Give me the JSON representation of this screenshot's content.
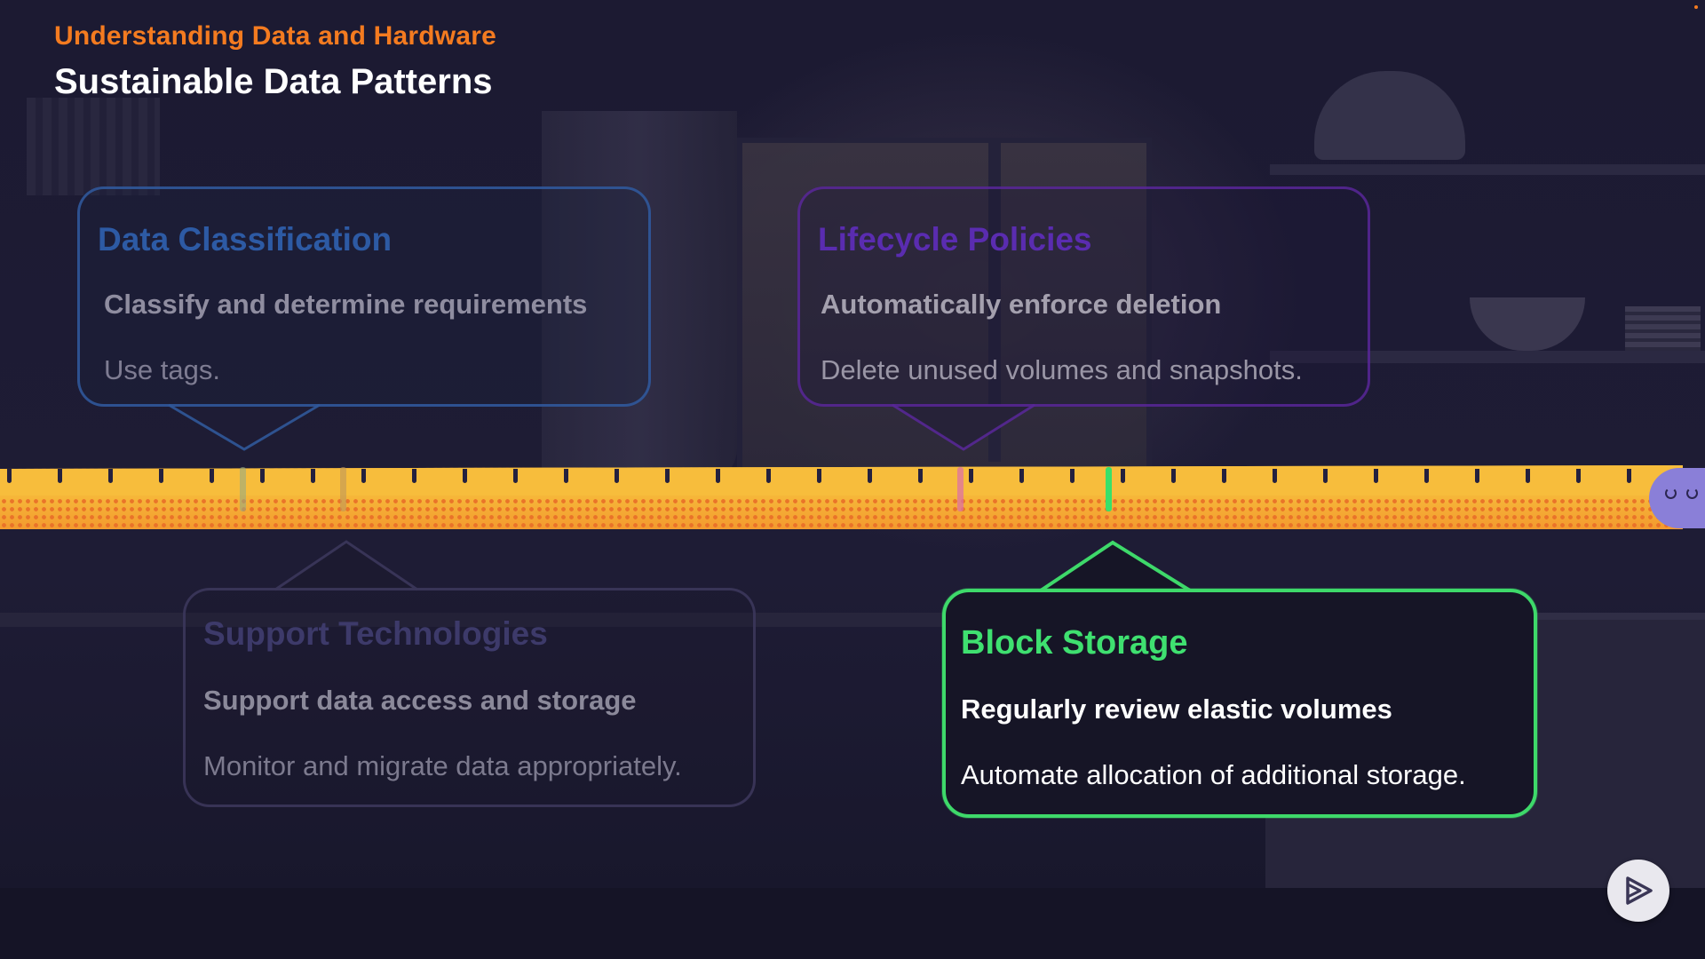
{
  "header": {
    "course_title": "Understanding Data and Hardware",
    "module_title": "Sustainable Data Patterns"
  },
  "cards": {
    "data_classification": {
      "title": "Data Classification",
      "subtitle": "Classify and determine requirements",
      "detail": "Use tags."
    },
    "lifecycle_policies": {
      "title": "Lifecycle Policies",
      "subtitle": "Automatically enforce deletion",
      "detail": "Delete unused volumes and snapshots."
    },
    "support_technologies": {
      "title": "Support Technologies",
      "subtitle": "Support data access and storage",
      "detail": "Monitor and migrate data appropriately."
    },
    "block_storage": {
      "title": "Block Storage",
      "subtitle": "Regularly review elastic volumes",
      "detail": "Automate allocation of additional storage."
    }
  },
  "colors": {
    "accent_orange": "#f47b20",
    "timeline_yellow": "#f6b93a",
    "active_green": "#3ed96a",
    "classification_blue": "#2d5aa4",
    "lifecycle_purple": "#5a2cb0"
  },
  "icons": {
    "play_button": "play-icon"
  }
}
